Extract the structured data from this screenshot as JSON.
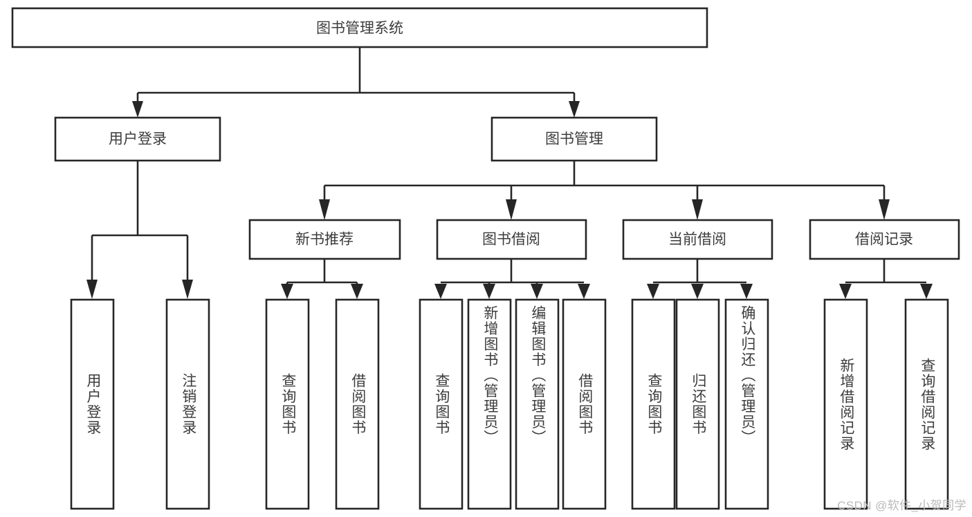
{
  "diagram": {
    "type": "tree",
    "title_text": "图书管理系统",
    "orientation": "top-down",
    "colors": {
      "box_fill": "#ffffff",
      "box_stroke": "#262626",
      "text": "#3c3c3c",
      "connector": "#262626",
      "watermark": "#b9b9b9",
      "background": "#ffffff"
    },
    "root": {
      "id": "root",
      "label": "图书管理系统",
      "orient": "horizontal"
    },
    "level2": [
      {
        "id": "user-login",
        "label": "用户登录",
        "orient": "horizontal"
      },
      {
        "id": "book-management",
        "label": "图书管理",
        "orient": "horizontal"
      }
    ],
    "level3": [
      {
        "id": "new-book-recommend",
        "label": "新书推荐",
        "orient": "horizontal",
        "parent": "book-management"
      },
      {
        "id": "book-borrow",
        "label": "图书借阅",
        "orient": "horizontal",
        "parent": "book-management"
      },
      {
        "id": "current-borrow",
        "label": "当前借阅",
        "orient": "horizontal",
        "parent": "book-management"
      },
      {
        "id": "borrow-record",
        "label": "借阅记录",
        "orient": "horizontal",
        "parent": "book-management"
      }
    ],
    "leaves": [
      {
        "id": "leaf-user-login",
        "label": "用户登录",
        "parent": "user-login"
      },
      {
        "id": "leaf-logout-login",
        "label": "注销登录",
        "parent": "user-login"
      },
      {
        "id": "leaf-query-book-1",
        "label": "查询图书",
        "parent": "new-book-recommend"
      },
      {
        "id": "leaf-borrow-book-1",
        "label": "借阅图书",
        "parent": "new-book-recommend"
      },
      {
        "id": "leaf-query-book-2",
        "label": "查询图书",
        "parent": "book-borrow"
      },
      {
        "id": "leaf-add-book",
        "label": "新增图书（管理员）",
        "parent": "book-borrow"
      },
      {
        "id": "leaf-edit-book",
        "label": "编辑图书（管理员）",
        "parent": "book-borrow"
      },
      {
        "id": "leaf-borrow-book-2",
        "label": "借阅图书",
        "parent": "book-borrow"
      },
      {
        "id": "leaf-query-book-3",
        "label": "查询图书",
        "parent": "current-borrow"
      },
      {
        "id": "leaf-return-book",
        "label": "归还图书",
        "parent": "current-borrow"
      },
      {
        "id": "leaf-confirm-return",
        "label": "确认归还（管理员）",
        "parent": "current-borrow"
      },
      {
        "id": "leaf-add-borrow-record",
        "label": "新增借阅记录",
        "parent": "borrow-record"
      },
      {
        "id": "leaf-query-borrow-record",
        "label": "查询借阅记录",
        "parent": "borrow-record"
      }
    ]
  },
  "watermark": {
    "text": "CSDN @软件_小贺同学"
  }
}
